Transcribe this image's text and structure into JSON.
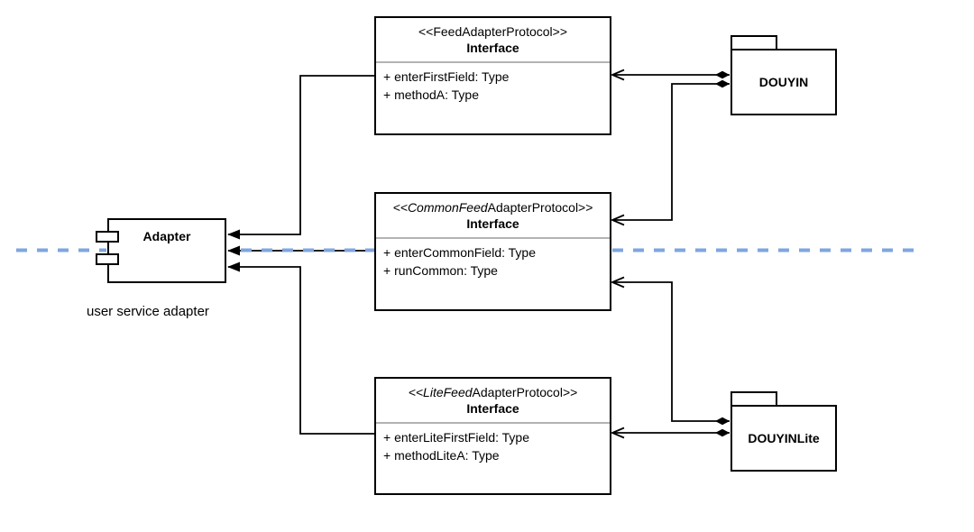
{
  "colors": {
    "dependency_line": "#7EA6E0",
    "shape_border": "#000000",
    "section_divider": "#B3B3B3",
    "background": "#FFFFFF"
  },
  "adapter": {
    "title": "Adapter",
    "caption": "user service adapter"
  },
  "interfaces": [
    {
      "stereotype_italic": "",
      "stereotype_rest": "<<FeedAdapterProtocol>>",
      "name": "Interface",
      "methods": [
        "+ enterFirstField: Type",
        "+ methodA: Type"
      ]
    },
    {
      "stereotype_italic": "<<CommonFeed",
      "stereotype_rest": "AdapterProtocol>>",
      "name": "Interface",
      "methods": [
        "+ enterCommonField: Type",
        "+ runCommon: Type"
      ]
    },
    {
      "stereotype_italic": "<<LiteFeed",
      "stereotype_rest": "AdapterProtocol>>",
      "name": "Interface",
      "methods": [
        "+ enterLiteFirstField: Type",
        "+ methodLiteA: Type"
      ]
    }
  ],
  "packages": [
    {
      "label": "DOUYIN"
    },
    {
      "label": "DOUYINLite"
    }
  ]
}
